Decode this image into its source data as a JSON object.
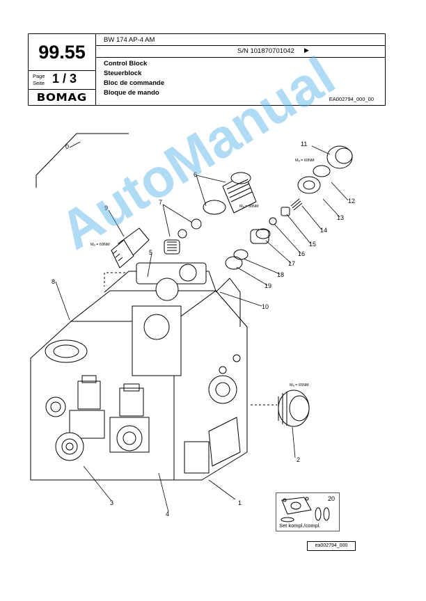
{
  "header": {
    "section_code": "99.55",
    "page_label_1": "Page",
    "page_label_2": "Seite",
    "page_number": "1 / 3",
    "brand": "BOMAG",
    "model": "BW 174 AP-4 AM",
    "serial_number": "S/N 101870701042",
    "serial_arrow": "▶",
    "titles": [
      "Control Block",
      "Steuerblock",
      "Bloc de commande",
      "Bloque de mando"
    ],
    "drawing_ref": "EA002794_000_00"
  },
  "diagram": {
    "callouts": [
      "0",
      "1",
      "2",
      "3",
      "4",
      "5",
      "6",
      "7",
      "8",
      "9",
      "10",
      "11",
      "12",
      "13",
      "14",
      "15",
      "16",
      "17",
      "18",
      "19",
      "20"
    ],
    "torque_specs": [
      "Mₐ = 60NM",
      "Mₐ = 30NM",
      "Mₐ = 69NM",
      "Mₐ = 65NM"
    ],
    "kit_label": "Set kompl./compl.",
    "kit_number": "20"
  },
  "footer_ref": "ea002794_000",
  "watermark": "AutoManual",
  "colors": {
    "watermark": "#50AFE6",
    "line": "#000000"
  }
}
